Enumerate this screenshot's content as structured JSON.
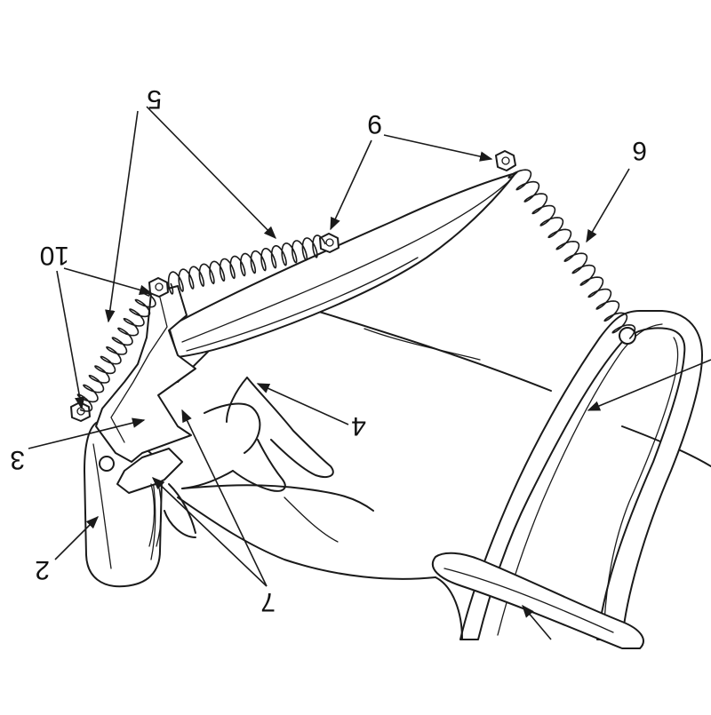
{
  "figure": {
    "callouts": [
      {
        "id": "c2",
        "text": "2"
      },
      {
        "id": "c3",
        "text": "3"
      },
      {
        "id": "c4",
        "text": "4"
      },
      {
        "id": "c5",
        "text": "5"
      },
      {
        "id": "c6",
        "text": "6"
      },
      {
        "id": "c7",
        "text": "7"
      },
      {
        "id": "c9",
        "text": "9"
      },
      {
        "id": "c10",
        "text": "10"
      }
    ]
  }
}
